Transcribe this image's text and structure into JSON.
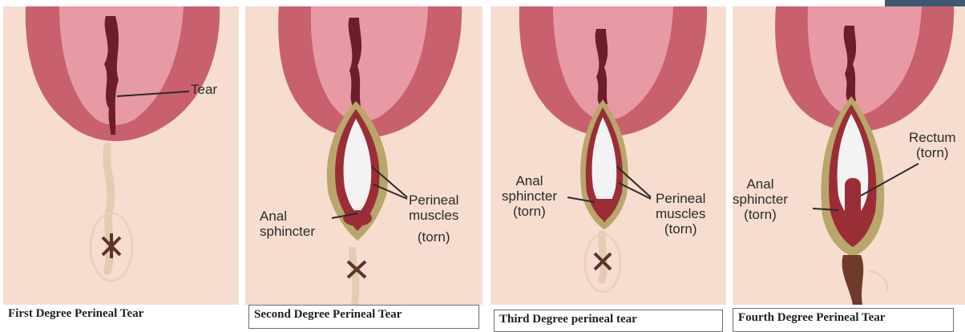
{
  "panels": [
    {
      "caption": "First Degree Perineal Tear",
      "labels": {
        "tear": "Tear"
      }
    },
    {
      "caption": "Second Degree Perineal Tear",
      "labels": {
        "anal_sphincter": [
          "Anal",
          "sphincter"
        ],
        "perineal_muscles": [
          "Perineal",
          "muscles",
          "(torn)"
        ]
      }
    },
    {
      "caption": "Third Degree perineal tear",
      "labels": {
        "anal_sphincter": [
          "Anal",
          "sphincter",
          "(torn)"
        ],
        "perineal_muscles": [
          "Perineal",
          "muscles",
          "(torn)"
        ]
      }
    },
    {
      "caption": "Fourth Degree Perineal Tear",
      "labels": {
        "anal_sphincter": [
          "Anal",
          "sphincter",
          "(torn)"
        ],
        "rectum": [
          "Rectum",
          "(torn)"
        ]
      }
    }
  ],
  "colors": {
    "skin": "#f6ddcf",
    "labia": "#c9606e",
    "labia_inner": "#e79aa3",
    "tear": "#6e1e2a",
    "muscle": "#9b2d36",
    "muscle_edge": "#b8a66a",
    "white_tissue": "#f3f3f3",
    "caption_border": "#6d6d6d"
  }
}
